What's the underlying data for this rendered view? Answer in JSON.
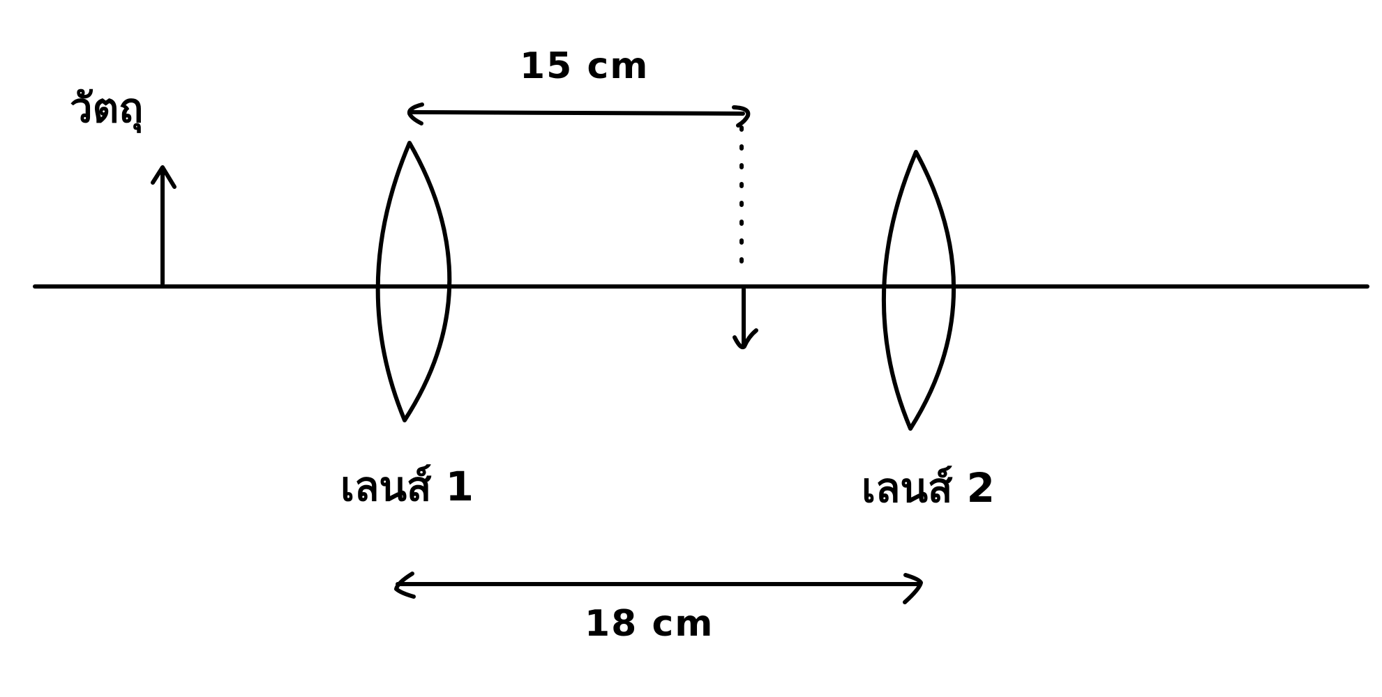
{
  "labels": {
    "object": "วัตถุ",
    "lens1": "เลนส์ 1",
    "lens2": "เลนส์ 2",
    "distance_top": "15 cm",
    "distance_bottom": "18 cm"
  },
  "colors": {
    "ink": "#000000",
    "background": "#ffffff"
  }
}
